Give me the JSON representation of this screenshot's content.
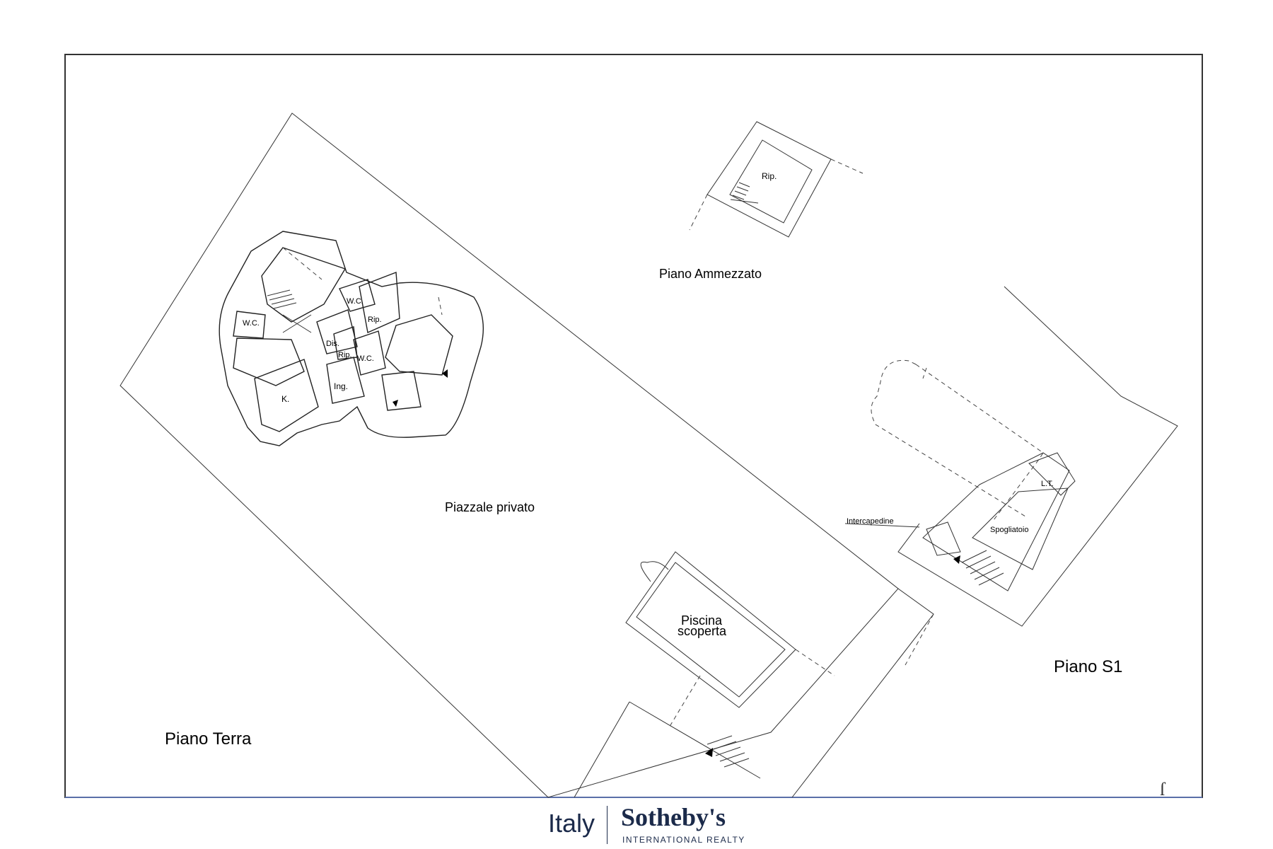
{
  "labels": {
    "piano_ammezzato": "Piano Ammezzato",
    "piano_terra": "Piano Terra",
    "piano_s1": "Piano S1",
    "piazzale": "Piazzale privato",
    "piscina_line1": "Piscina",
    "piscina_line2": "scoperta",
    "rip_top": "Rip.",
    "wc_1": "W.C.",
    "wc_2": "W.C.",
    "wc_3": "W.C.",
    "rip_1": "Rip.",
    "rip_2": "Rip.",
    "dis": "Dis.",
    "kitchen": "K.",
    "ing": "Ing.",
    "lt": "L.T.",
    "spogliatoio": "Spogliatoio",
    "intercapedine": "Intercapedine"
  },
  "logo": {
    "region": "Italy",
    "brand": "Sotheby's",
    "subtitle": "INTERNATIONAL REALTY",
    "color": "#1b2a4a"
  },
  "colors": {
    "line": "#333333",
    "frame_bottom": "#5a6fa8"
  }
}
